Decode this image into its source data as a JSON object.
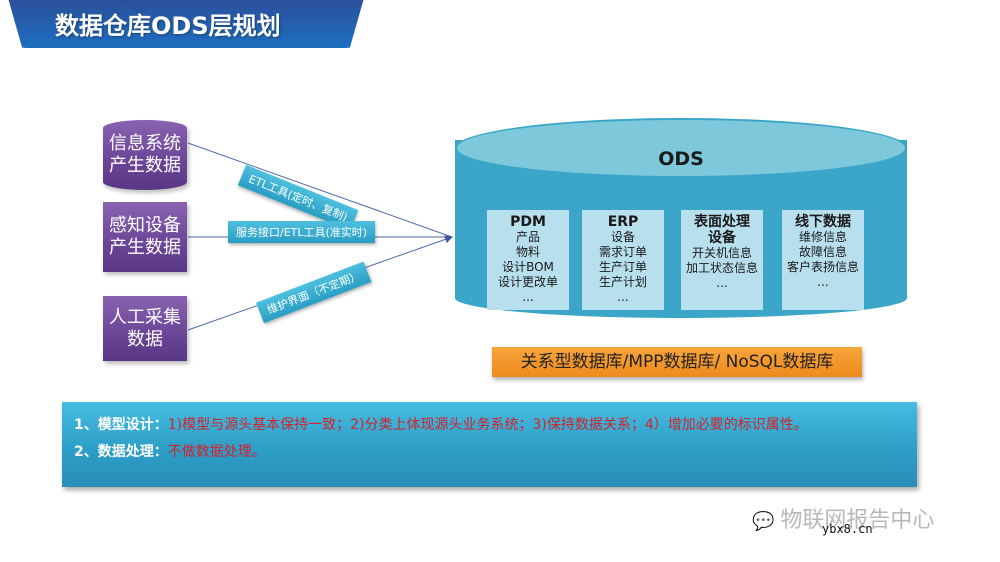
{
  "title": "数据仓库ODS层规划",
  "sources": [
    {
      "line1": "信息系统",
      "line2": "产生数据"
    },
    {
      "line1": "感知设备",
      "line2": "产生数据"
    },
    {
      "line1": "人工采集",
      "line2": "数据"
    }
  ],
  "connectors": [
    {
      "label": "ETL工具(定时、复制)"
    },
    {
      "label": "服务接口/ETL工具(准实时)"
    },
    {
      "label": "维护界面（不定期）"
    }
  ],
  "ods": {
    "label": "ODS",
    "panels": [
      {
        "heading": "PDM",
        "items": [
          "产品",
          "物料",
          "设计BOM",
          "设计更改单",
          "..."
        ]
      },
      {
        "heading": "ERP",
        "items": [
          "设备",
          "需求订单",
          "生产订单",
          "生产计划",
          "..."
        ]
      },
      {
        "heading": "表面处理设备",
        "items": [
          "开关机信息",
          "加工状态信息",
          "..."
        ]
      },
      {
        "heading": "线下数据",
        "items": [
          "维修信息",
          "故障信息",
          "客户表扬信息",
          "..."
        ]
      }
    ],
    "storage": "关系型数据库/MPP数据库/ NoSQL数据库"
  },
  "notes": [
    {
      "key": "1、模型设计：",
      "value": "1)模型与源头基本保持一致；2)分类上体现源头业务系统；3)保持数据关系；4）增加必要的标识属性。"
    },
    {
      "key": "2、数据处理：",
      "value": "不做数据处理。"
    }
  ],
  "watermark": {
    "text": "物联网报告中心",
    "url": "ybx8.cn"
  },
  "colors": {
    "title_bg": "#1e6ec0",
    "source_purple": "#6a4596",
    "tag_blue": "#2a9dc4",
    "ods_body": "#3ba6c7",
    "ods_top": "#7ec8dc",
    "panel_bg": "#b8dfee",
    "db_bar_orange": "#ee8a1c",
    "note_bg": "#2d9fc8",
    "note_red": "#d2232a"
  }
}
